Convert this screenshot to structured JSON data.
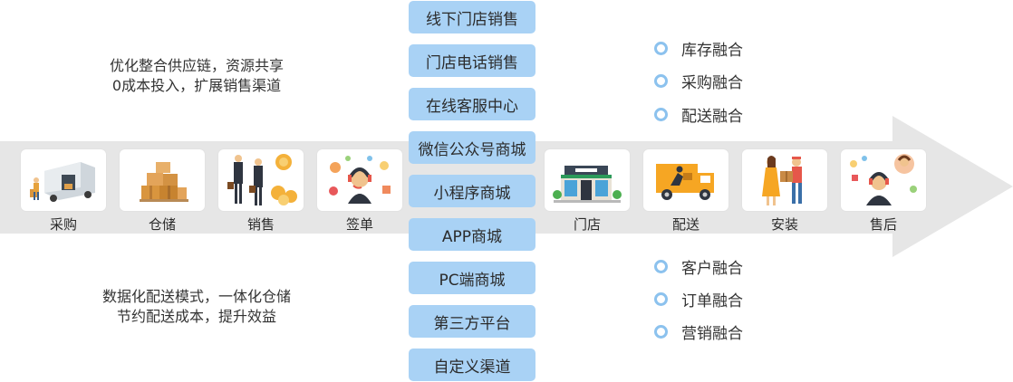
{
  "top_description": {
    "line1": "优化整合供应链，资源共享",
    "line2": "0成本投入，扩展销售渠道"
  },
  "bottom_description": {
    "line1": "数据化配送模式，一体化仓储",
    "line2": "节约配送成本，提升效益"
  },
  "channels": [
    "线下门店销售",
    "门店电话销售",
    "在线客服中心",
    "微信公众号商城",
    "小程序商城",
    "APP商城",
    "PC端商城",
    "第三方平台",
    "自定义渠道"
  ],
  "fusion_top": [
    "库存融合",
    "采购融合",
    "配送融合"
  ],
  "fusion_bottom": [
    "客户融合",
    "订单融合",
    "营销融合"
  ],
  "steps_left": [
    {
      "label": "采购",
      "icon": "truck-unloading-icon"
    },
    {
      "label": "仓储",
      "icon": "stacked-boxes-icon"
    },
    {
      "label": "销售",
      "icon": "businessmen-coins-icon"
    },
    {
      "label": "签单",
      "icon": "customer-service-icon"
    }
  ],
  "steps_right": [
    {
      "label": "门店",
      "icon": "shopping-mall-icon"
    },
    {
      "label": "配送",
      "icon": "delivery-truck-icon"
    },
    {
      "label": "安装",
      "icon": "package-handover-icon"
    },
    {
      "label": "售后",
      "icon": "after-sales-support-icon"
    }
  ],
  "colors": {
    "arrow_band": "#e6e6e6",
    "channel_fill": "#a9d2f5",
    "bullet_ring": "#8cc2ee",
    "text": "#333333"
  }
}
